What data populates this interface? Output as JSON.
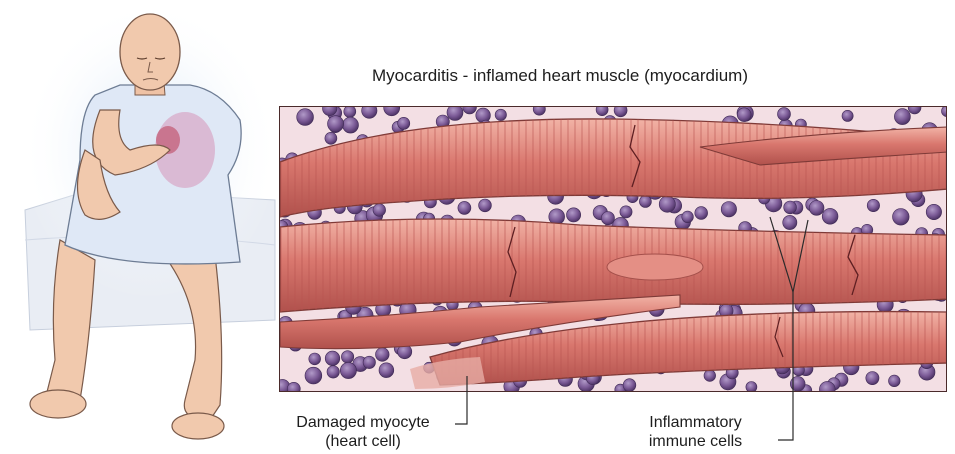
{
  "figure": {
    "title": "Myocarditis - inflamed heart muscle (myocardium)"
  },
  "labels": {
    "damaged_myocyte": {
      "line1": "Damaged myocyte",
      "line2": "(heart cell)"
    },
    "immune_cells": {
      "line1": "Inflammatory",
      "line2": "immune cells"
    }
  },
  "icons": {
    "person": "seated-patient-clutching-chest",
    "panel": "inflamed-muscle-fibers-with-immune-cells"
  },
  "colors": {
    "muscle": "#d9776e",
    "muscle_stripe": "#b8524d",
    "immune_cell": "#7b5a96",
    "background": "#f3dfe4"
  }
}
